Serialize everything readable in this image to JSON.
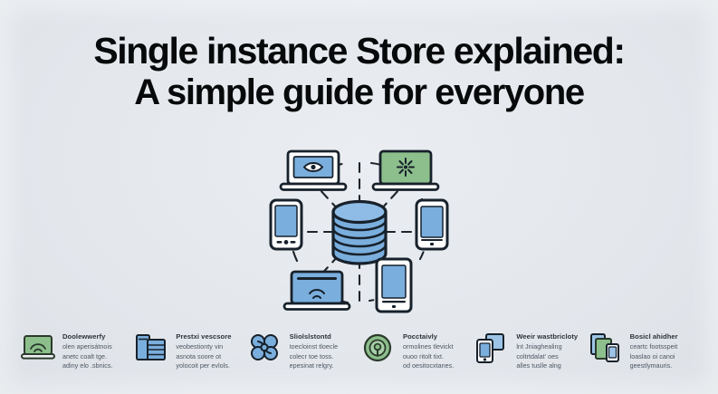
{
  "poster": {
    "background_color": "#e6eaee",
    "heading": {
      "line_1": "Single instance Store explained:",
      "line_2": "A simple guide for everyone",
      "color": "#07090b"
    }
  },
  "diagram": {
    "name": "central-storage-hub-diagram",
    "center": {
      "label": "database-cylinder",
      "fill": "#7aaedd",
      "stroke": "#17212b",
      "layers": 6
    },
    "connector_style": "dashed",
    "connector_color": "#1d242b",
    "nodes": [
      {
        "name": "laptop-top-left",
        "type": "laptop",
        "screen_fill": "#7aaedd",
        "glyph": "eye-icon",
        "position": "top-left"
      },
      {
        "name": "laptop-top-right",
        "type": "laptop",
        "screen_fill": "#8cbf8c",
        "glyph": "sparkle-icon",
        "position": "top-right"
      },
      {
        "name": "phone-left",
        "type": "phone",
        "screen_fill": "#7aaedd",
        "glyph": "home-button",
        "position": "left"
      },
      {
        "name": "phone-right",
        "type": "phone",
        "screen_fill": "#7aaedd",
        "glyph": "home-button",
        "position": "right"
      },
      {
        "name": "laptop-bottom-left",
        "type": "laptop",
        "screen_fill": "#7aaedd",
        "glyph": "wifi-icon",
        "position": "bottom-left"
      },
      {
        "name": "tablet-bottom",
        "type": "tablet",
        "screen_fill": "#7aaedd",
        "glyph": "home-button",
        "position": "bottom-right"
      }
    ]
  },
  "features": [
    {
      "icon": "green-laptop-wifi-icon",
      "icon_fill": "#8cbf8c",
      "title": "Doolewwerfy",
      "body_lines": [
        "olen  aperisátnois",
        "anetc coalt tge.",
        "adiny elo .sbnics."
      ]
    },
    {
      "icon": "blue-server-rack-icon",
      "icon_fill": "#7aaedd",
      "title": "Prestxi  vescsore",
      "body_lines": [
        "veobestionty vin",
        "asnota soore ot",
        "yolocoit per evlols."
      ]
    },
    {
      "icon": "blue-cluster-nodes-icon",
      "icon_fill": "#7aaedd",
      "title": "Sliolslstontd",
      "body_lines": [
        "toecloinst tloecle",
        "colecr toe toss.",
        "epesinat relgry."
      ]
    },
    {
      "icon": "green-target-marker-icon",
      "icon_fill": "#8cbf8c",
      "title": "Pocctaivly",
      "body_lines": [
        "ormolines tlevickt",
        "ouoo ritolt tixt.",
        "od oesitocxtanes."
      ]
    },
    {
      "icon": "blue-device-sync-icon",
      "icon_fill": "#7aaedd",
      "title": "Weeir  wastbricloty",
      "body_lines": [
        "lnt  Jniaghealing",
        "coltrtdalat' oes",
        "alles tuslle alng"
      ]
    },
    {
      "icon": "stacked-documents-icon",
      "icon_fill": "#8cbf8c",
      "title": "Bosicl  ahidher",
      "body_lines": [
        "ceartc footsspeit",
        "loaslao oi canoi",
        "geestlymauris."
      ]
    }
  ]
}
